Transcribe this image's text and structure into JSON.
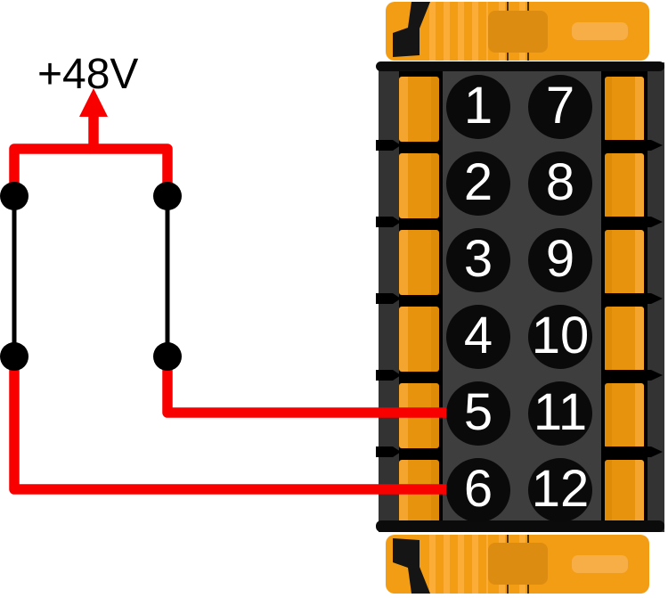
{
  "diagram": {
    "voltage_label": "+48V",
    "junction_dot_count": 4,
    "wires": [
      {
        "name": "supply-bus",
        "color": "#F80000",
        "from": "+48V arrow",
        "splits_to": [
          "left branch",
          "right branch"
        ]
      },
      {
        "name": "left-jumper",
        "color": "#000000",
        "between": [
          "left upper dot",
          "left lower dot"
        ]
      },
      {
        "name": "right-jumper",
        "color": "#000000",
        "between": [
          "right upper dot",
          "right lower dot"
        ]
      },
      {
        "name": "right-branch-feed",
        "color": "#F80000",
        "to_pin": "5"
      },
      {
        "name": "left-branch-feed",
        "color": "#F80000",
        "to_pin": "6"
      }
    ]
  },
  "connector": {
    "pins_left_column": [
      "1",
      "2",
      "3",
      "4",
      "5",
      "6"
    ],
    "pins_right_column": [
      "7",
      "8",
      "9",
      "10",
      "11",
      "12"
    ],
    "colors": {
      "housing_orange": "#F39D15",
      "tab_orange": "#E8930D",
      "tab_highlight": "#F4A52F",
      "inset_orange": "#DD8C12",
      "highlight_pill": "#F8AE47",
      "body_gray": "#333333",
      "pin_field_gray": "#3E3E3E",
      "pin_black": "#0A0A0A",
      "pin_number": "#FFFFFF",
      "latch_black": "#151515"
    }
  }
}
